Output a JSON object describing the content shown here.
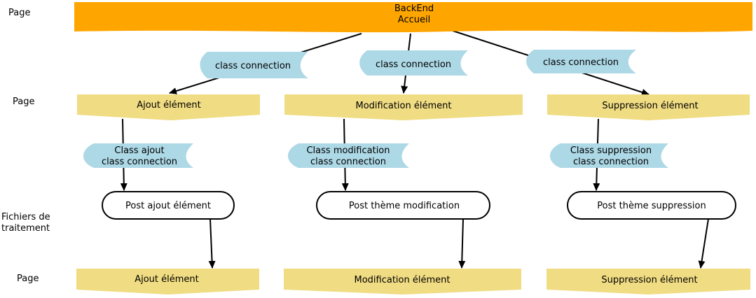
{
  "row_labels": {
    "page_1": "Page",
    "page_2": "Page",
    "processing_line1": "Fichiers de",
    "processing_line2": "traitement",
    "page_3": "Page"
  },
  "header": {
    "line1": "BackEnd",
    "line2": "Accueil",
    "color": "#ffa500"
  },
  "connections": {
    "left": "class connection",
    "center": "class connection",
    "right": "class connection",
    "color": "#add8e6"
  },
  "pages": {
    "ajout": "Ajout élément",
    "modification": "Modification élément",
    "suppression": "Suppression élément",
    "color": "#f0dc82"
  },
  "classes": {
    "ajout_line1": "Class ajout",
    "ajout_line2": "class connection",
    "modification_line1": "Class modification",
    "modification_line2": "class connection",
    "suppression_line1": "Class suppression",
    "suppression_line2": "class connection"
  },
  "processes": {
    "ajout": "Post ajout élément",
    "modification": "Post thème modification",
    "suppression": "Post thème suppression"
  },
  "result_pages": {
    "ajout": "Ajout élément",
    "modification": "Modification élément",
    "suppression": "Suppression élément"
  }
}
